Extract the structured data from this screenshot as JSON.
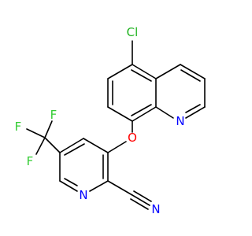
{
  "colors": {
    "bond": "#000000",
    "carbon": "#000000",
    "nitrogen": "#0000ff",
    "oxygen": "#ff0000",
    "fluorine": "#33cc33",
    "chlorine": "#1fb31f",
    "background": "#ffffff"
  },
  "atoms": {
    "cl": "Cl",
    "o": "O",
    "n_quinoline": "N",
    "n_pyridine": "N",
    "n_nitrile": "N",
    "f1": "F",
    "f2": "F",
    "f3": "F"
  }
}
